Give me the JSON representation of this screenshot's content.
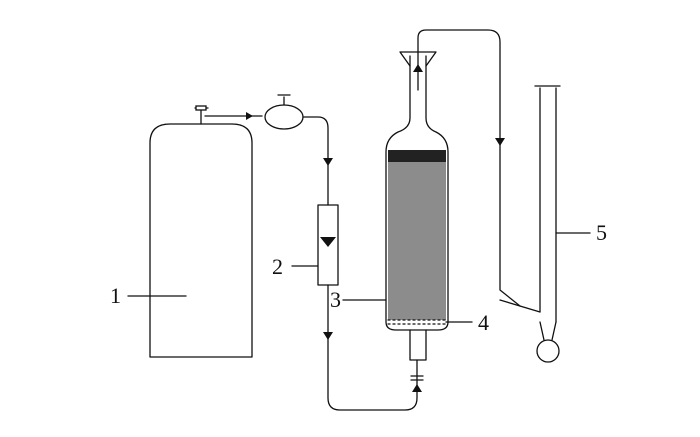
{
  "diagram": {
    "labels": {
      "gas_cylinder": "1",
      "flowmeter": "2",
      "column": "3",
      "distributor_plate": "4",
      "condenser": "5"
    },
    "colors": {
      "line": "#111111",
      "packing_fill": "#8c8c8c",
      "top_band": "#222222"
    }
  }
}
